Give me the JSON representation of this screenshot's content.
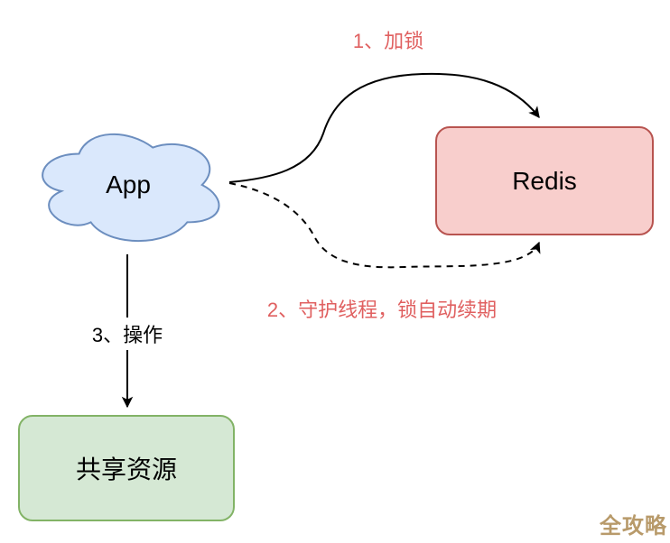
{
  "diagram": {
    "nodes": [
      {
        "id": "app",
        "label": "App",
        "shape": "cloud"
      },
      {
        "id": "redis",
        "label": "Redis",
        "shape": "rounded-rect"
      },
      {
        "id": "shared-resource",
        "label": "共享资源",
        "shape": "rounded-rect"
      }
    ],
    "edges": [
      {
        "id": "lock",
        "label": "1、加锁",
        "style": "solid",
        "from": "App",
        "to": "Redis"
      },
      {
        "id": "renew",
        "label": "2、守护线程，锁自动续期",
        "style": "dashed",
        "from": "App",
        "to": "Redis"
      },
      {
        "id": "operate",
        "label": "3、操作",
        "style": "solid",
        "from": "App",
        "to": "共享资源"
      }
    ],
    "watermark": "全攻略",
    "colors": {
      "cloud_fill": "#dae8fc",
      "cloud_stroke": "#6c8ebf",
      "redis_fill": "#f8cecc",
      "redis_stroke": "#b85450",
      "resource_fill": "#d5e8d4",
      "resource_stroke": "#82b366",
      "edge_label_red": "#e06060",
      "watermark_gold": "#b89a6a",
      "line": "#000000"
    }
  }
}
